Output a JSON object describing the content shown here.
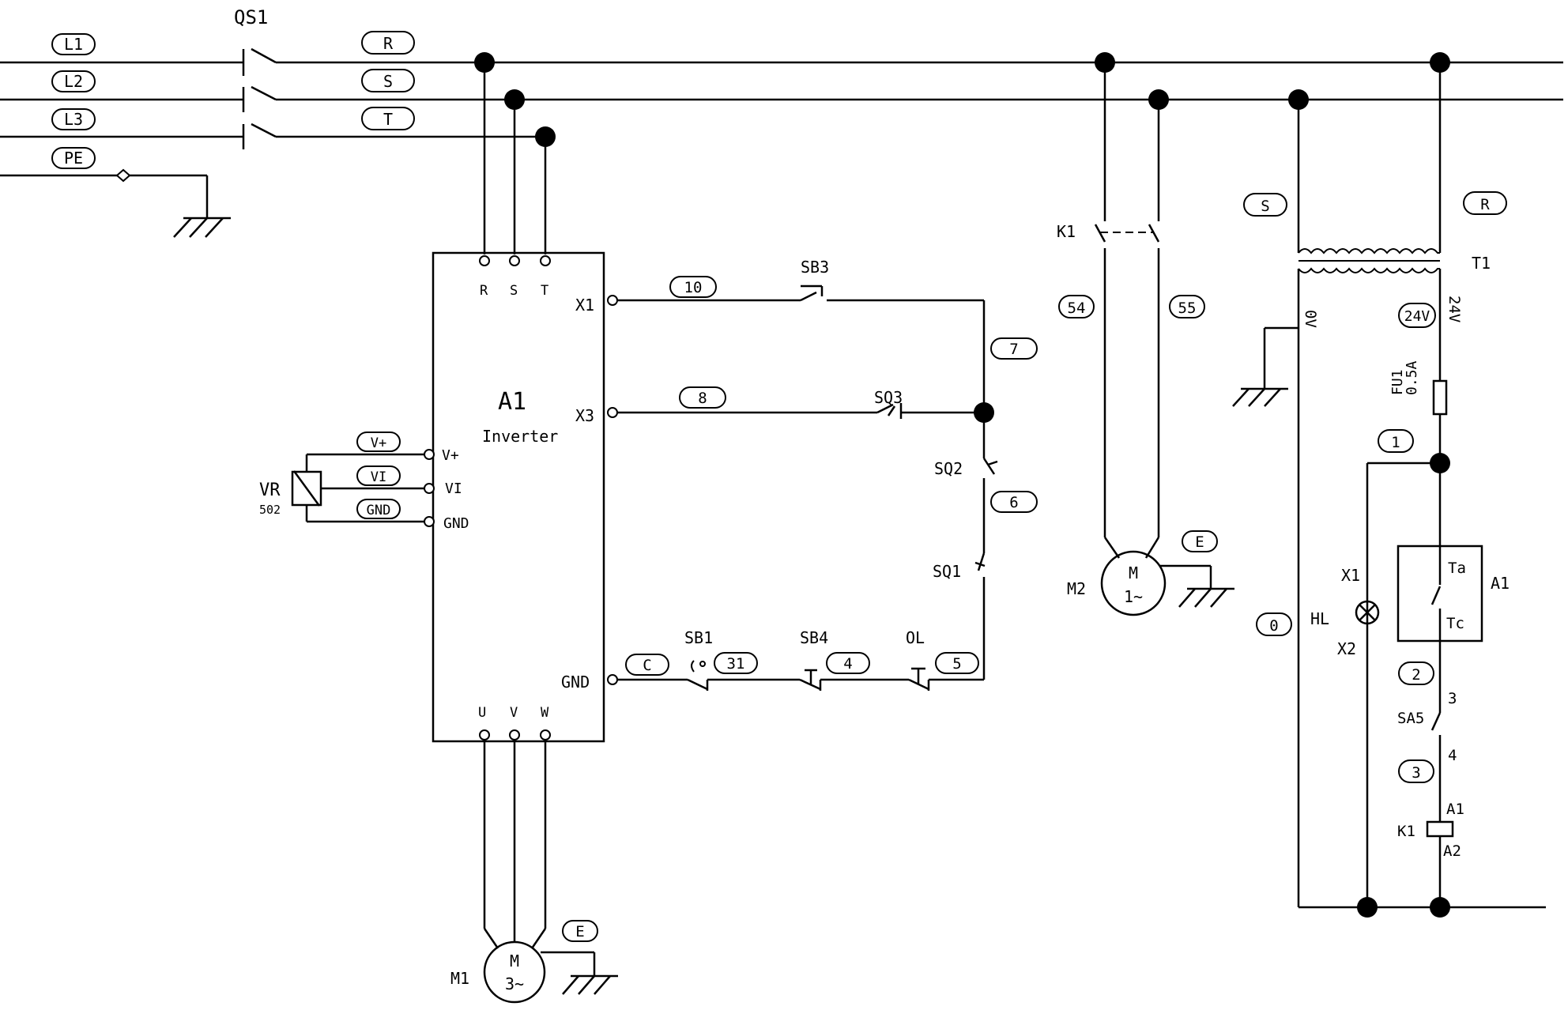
{
  "lines": {
    "L1": "L1",
    "L2": "L2",
    "L3": "L3",
    "PE": "PE",
    "R": "R",
    "S": "S",
    "T": "T"
  },
  "switch": {
    "qs1": "QS1"
  },
  "inverter": {
    "name": "A1",
    "type": "Inverter",
    "R": "R",
    "S": "S",
    "T": "T",
    "X1": "X1",
    "X3": "X3",
    "GND": "GND",
    "Vplus": "V+",
    "VI": "VI",
    "GND2": "GND",
    "U": "U",
    "V": "V",
    "W": "W"
  },
  "pot": {
    "name": "VR",
    "value": "502",
    "tag_vplus": "V+",
    "tag_vi": "VI",
    "tag_gnd": "GND"
  },
  "control": {
    "tag10": "10",
    "tag8": "8",
    "tag7": "7",
    "tag6": "6",
    "tagC": "C",
    "tag31": "31",
    "tag4": "4",
    "tag5": "5",
    "sb3": "SB3",
    "sq3": "SQ3",
    "sq2": "SQ2",
    "sq1": "SQ1",
    "sb1": "SB1",
    "sb4": "SB4",
    "ol": "OL"
  },
  "motor1": {
    "name": "M1",
    "m": "M",
    "phase": "3~",
    "earth": "E"
  },
  "motor2": {
    "name": "M2",
    "m": "M",
    "phase": "1~",
    "earth": "E",
    "k1": "K1",
    "tag54": "54",
    "tag55": "55"
  },
  "transformer": {
    "name": "T1",
    "tagS": "S",
    "tagR": "R",
    "v0": "0V",
    "v24": "24V",
    "tag24v": "24V",
    "fu1": "FU1",
    "fuval": "0.5A",
    "tag1": "1",
    "tag0": "0",
    "tag2": "2",
    "tag3": "3",
    "hl": "HL",
    "x1": "X1",
    "x2": "X2",
    "a1": "A1",
    "ta": "Ta",
    "tc": "Tc",
    "n3": "3",
    "n4": "4",
    "sa5": "SA5",
    "k1": "K1",
    "ka1": "A1",
    "ka2": "A2"
  }
}
